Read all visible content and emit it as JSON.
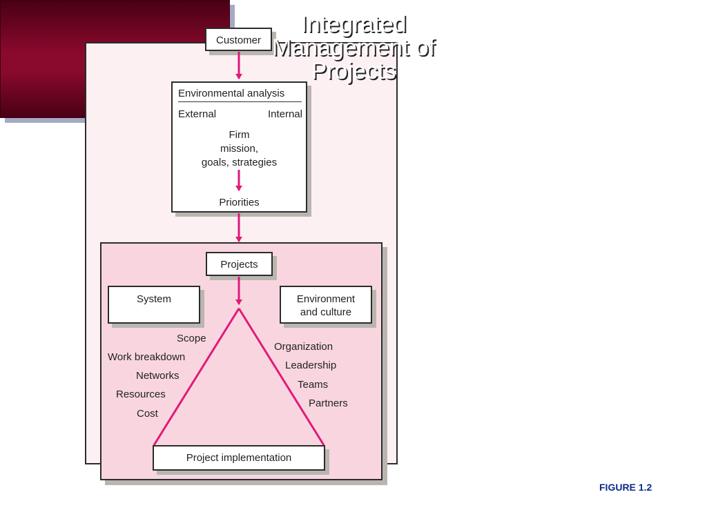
{
  "slide_title_lines": [
    "Integrated",
    "Management of",
    "Projects"
  ],
  "figure_label": "FIGURE 1.2",
  "diagram": {
    "customer": "Customer",
    "environmental_analysis": "Environmental analysis",
    "external": "External",
    "internal": "Internal",
    "firm_lines": [
      "Firm",
      "mission,",
      "goals, strategies"
    ],
    "priorities": "Priorities",
    "projects": "Projects",
    "system": "System",
    "environment_lines": [
      "Environment",
      "and culture"
    ],
    "left_items": [
      "Scope",
      "Work breakdown",
      "Networks",
      "Resources",
      "Cost"
    ],
    "right_items": [
      "Organization",
      "Leadership",
      "Teams",
      "Partners"
    ],
    "project_implementation": "Project implementation"
  },
  "colors": {
    "arrow": "#e0197a",
    "outer_panel": "#fdf0f3",
    "inner_panel": "#f9d6df",
    "title_bg": "#8a0a2c",
    "figure_label": "#0b2a88"
  }
}
